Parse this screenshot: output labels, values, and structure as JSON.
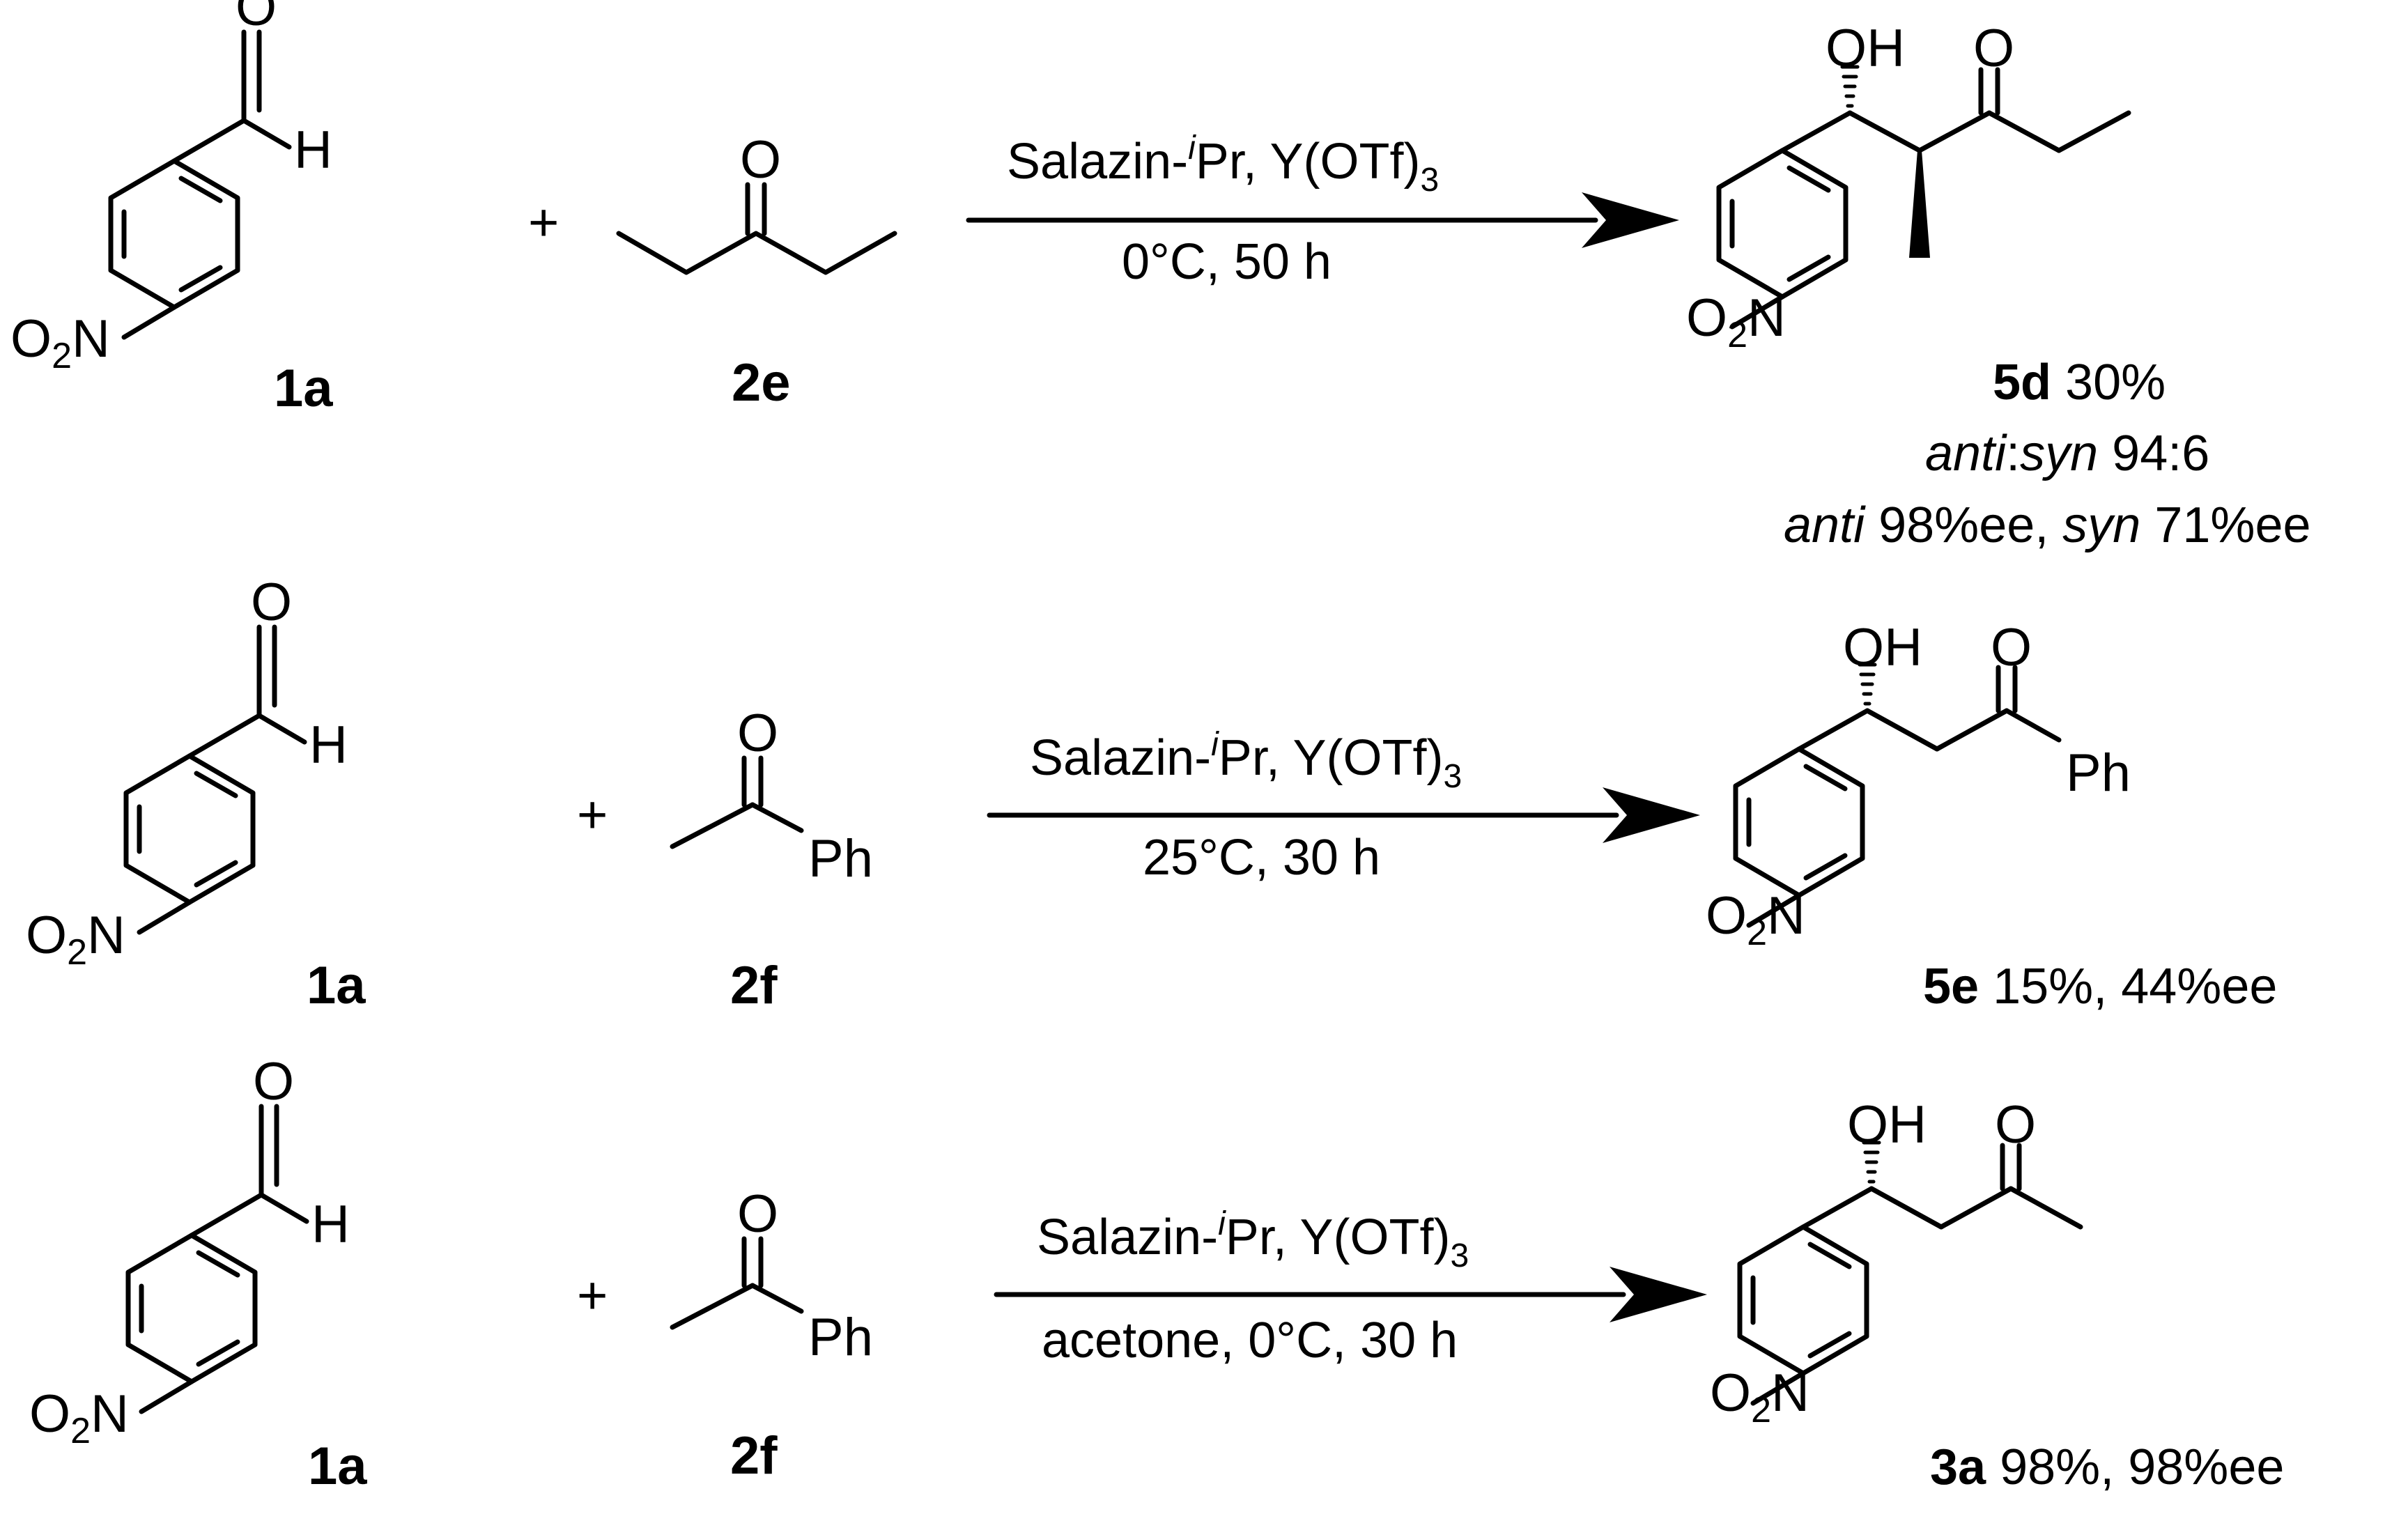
{
  "reactions": [
    {
      "reactant1": {
        "label": "1a",
        "aldehyde_h": "H",
        "aldehyde_o": "O",
        "nitro": {
          "o": "O",
          "sub": "2",
          "n": "N"
        }
      },
      "plus": "+",
      "reactant2": {
        "label": "2e",
        "carbonyl_o": "O"
      },
      "conditions": {
        "reagent_prefix": "Salazin-",
        "reagent_sup": "i",
        "reagent_mid": "Pr, Y(OTf)",
        "reagent_sub": "3",
        "line2": "0°C, 50 h"
      },
      "product": {
        "oh": "OH",
        "o": "O",
        "nitro": {
          "o": "O",
          "sub": "2",
          "n": "N"
        }
      },
      "result": {
        "label": "5d",
        "yield": " 30%",
        "ratio_anti": "anti",
        "ratio_colon": ":",
        "ratio_syn": "syn",
        "ratio_value": " 94:6",
        "ee_anti": "anti",
        "ee_anti_value": " 98%ee, ",
        "ee_syn": "syn",
        "ee_syn_value": " 71%ee"
      }
    },
    {
      "reactant1": {
        "label": "1a",
        "aldehyde_h": "H",
        "aldehyde_o": "O",
        "nitro": {
          "o": "O",
          "sub": "2",
          "n": "N"
        }
      },
      "plus": "+",
      "reactant2": {
        "label": "2f",
        "carbonyl_o": "O",
        "ph": "Ph"
      },
      "conditions": {
        "reagent_prefix": "Salazin-",
        "reagent_sup": "i",
        "reagent_mid": "Pr, Y(OTf)",
        "reagent_sub": "3",
        "line2": "25°C, 30 h"
      },
      "product": {
        "oh": "OH",
        "o": "O",
        "ph": "Ph",
        "nitro": {
          "o": "O",
          "sub": "2",
          "n": "N"
        }
      },
      "result": {
        "label": "5e",
        "rest": " 15%, 44%ee"
      }
    },
    {
      "reactant1": {
        "label": "1a",
        "aldehyde_h": "H",
        "aldehyde_o": "O",
        "nitro": {
          "o": "O",
          "sub": "2",
          "n": "N"
        }
      },
      "plus": "+",
      "reactant2": {
        "label": "2f",
        "carbonyl_o": "O",
        "ph": "Ph"
      },
      "conditions": {
        "reagent_prefix": "Salazin-",
        "reagent_sup": "i",
        "reagent_mid": "Pr, Y(OTf)",
        "reagent_sub": "3",
        "line2": "acetone, 0°C, 30 h"
      },
      "product": {
        "oh": "OH",
        "o": "O",
        "nitro": {
          "o": "O",
          "sub": "2",
          "n": "N"
        }
      },
      "result": {
        "label": "3a",
        "rest": " 98%, 98%ee"
      }
    }
  ]
}
